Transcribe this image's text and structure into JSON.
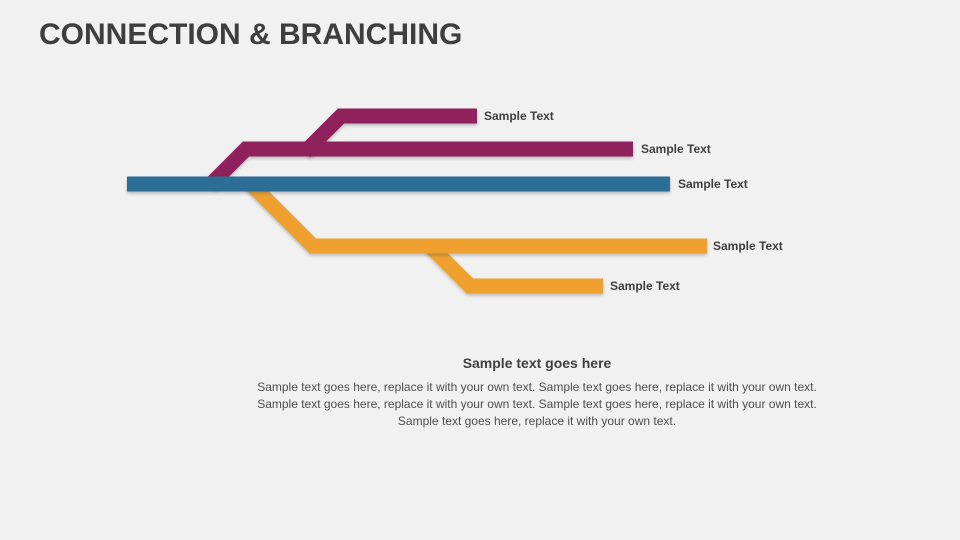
{
  "slide": {
    "title": "CONNECTION & BRANCHING"
  },
  "colors": {
    "background": "#F1F1F1",
    "title_text": "#3E3E3E",
    "label_text": "#3F3F3F",
    "upper_branch": "#8F215D",
    "main_line": "#2D6E96",
    "lower_branch": "#F0A02F"
  },
  "diagram": {
    "type": "branching-lines",
    "branches": [
      {
        "id": "upper-branch-secondary",
        "label": "Sample Text",
        "color": "#8F215D"
      },
      {
        "id": "upper-branch-primary",
        "label": "Sample Text",
        "color": "#8F215D"
      },
      {
        "id": "main-line",
        "label": "Sample Text",
        "color": "#2D6E96"
      },
      {
        "id": "lower-branch-primary",
        "label": "Sample Text",
        "color": "#F0A02F"
      },
      {
        "id": "lower-branch-secondary",
        "label": "Sample Text",
        "color": "#F0A02F"
      }
    ]
  },
  "body": {
    "heading": "Sample text goes here",
    "paragraph": "Sample text goes here, replace it with your own text. Sample text goes here, replace it with your own text. Sample text goes here, replace it with your own text. Sample text goes here, replace it with your own text. Sample text goes here, replace it with your own text."
  }
}
